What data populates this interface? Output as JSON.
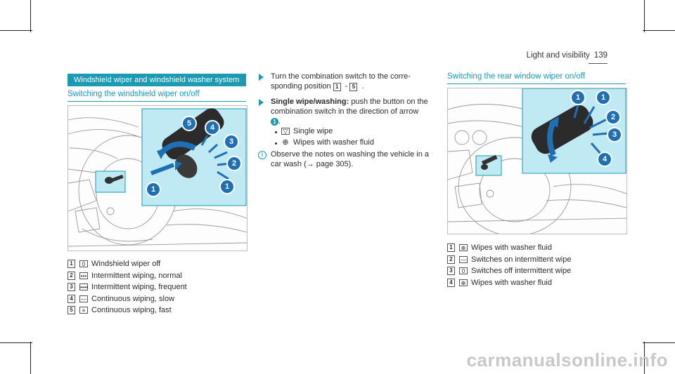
{
  "header": {
    "title": "Light and visibility",
    "page_number": "139"
  },
  "left_column": {
    "section_title": "Windshield wiper and windshield washer system",
    "subtitle": "Switching the windshield wiper on/off",
    "figure_callouts": [
      "5",
      "4",
      "3",
      "2",
      "1",
      "1"
    ],
    "legend": [
      {
        "num": "1",
        "symbol": "0",
        "text": "Windshield wiper off"
      },
      {
        "num": "2",
        "symbol": "•••",
        "text": "Intermittent wiping, normal"
      },
      {
        "num": "3",
        "symbol": "••••",
        "text": "Intermittent wiping, frequent"
      },
      {
        "num": "4",
        "symbol": "—",
        "text": "Continuous wiping, slow"
      },
      {
        "num": "5",
        "symbol": "≡",
        "text": "Continuous wiping, fast"
      }
    ]
  },
  "middle_column": {
    "step1_line1": "Turn the combination switch to the corre-",
    "step1_line2_a": "sponding position",
    "step1_range_start": "1",
    "step1_range_sep": "-",
    "step1_range_end": "5",
    "step1_end": ".",
    "step2_bold": "Single wipe/washing:",
    "step2_line1_rest": "push the button on the",
    "step2_line2": "combination switch in the direction of arrow",
    "step2_callout": "1",
    "step2_end": ".",
    "bullets": [
      {
        "icon": "single-wipe-icon",
        "text": "Single wipe"
      },
      {
        "icon": "washer-icon",
        "text": "Wipes with washer fluid"
      }
    ],
    "note_line1": "Observe the notes on washing the vehicle in a",
    "note_line2": "car wash (→ page 305)."
  },
  "right_column": {
    "subtitle": "Switching the rear window wiper on/off",
    "figure_callouts": [
      "1",
      "1",
      "2",
      "3",
      "4"
    ],
    "legend": [
      {
        "num": "1",
        "symbol": "⊕",
        "text": "Wipes with washer fluid"
      },
      {
        "num": "2",
        "symbol": "—",
        "text": "Switches on intermittent wipe"
      },
      {
        "num": "3",
        "symbol": "0",
        "text": "Switches off intermittent wipe"
      },
      {
        "num": "4",
        "symbol": "⊕",
        "text": "Wipes with washer fluid"
      }
    ]
  },
  "watermark": "carmanualsonline.info",
  "colors": {
    "accent": "#1a9bb3",
    "callout": "#1f6fb5",
    "highlight": "#bfeaf3"
  }
}
